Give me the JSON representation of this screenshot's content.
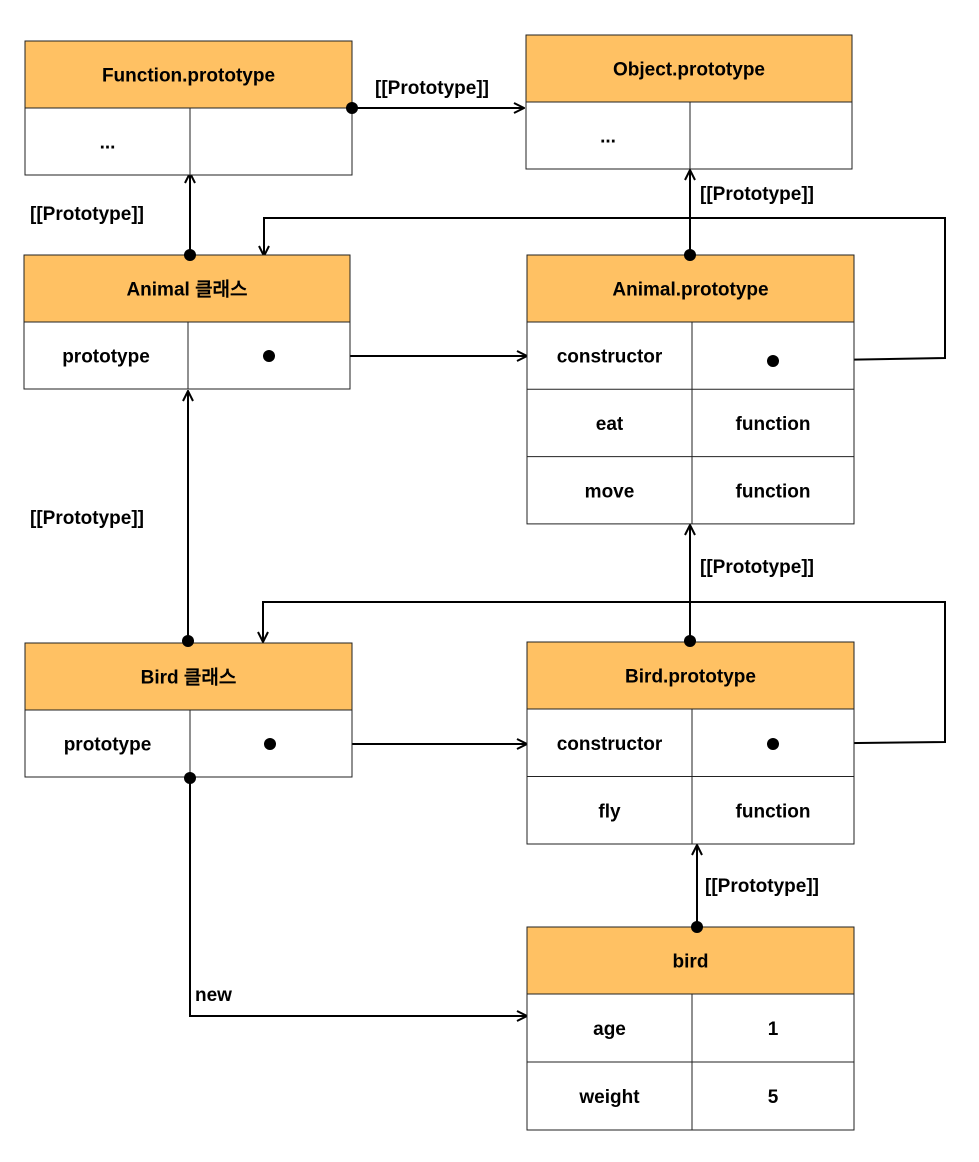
{
  "colors": {
    "header_fill": "#FFC163",
    "border": "#222222",
    "line": "#000000"
  },
  "boxes": [
    {
      "id": "function-prototype",
      "title": "Function.prototype",
      "rows": [
        [
          "...",
          ""
        ]
      ]
    },
    {
      "id": "object-prototype",
      "title": "Object.prototype",
      "rows": [
        [
          "...",
          ""
        ]
      ]
    },
    {
      "id": "animal-class",
      "title": "Animal 클래스",
      "rows": [
        [
          "prototype",
          ""
        ]
      ]
    },
    {
      "id": "animal-prototype",
      "title": "Animal.prototype",
      "rows": [
        [
          "constructor",
          ""
        ],
        [
          "eat",
          "function"
        ],
        [
          "move",
          "function"
        ]
      ]
    },
    {
      "id": "bird-class",
      "title": "Bird 클래스",
      "rows": [
        [
          "prototype",
          ""
        ]
      ]
    },
    {
      "id": "bird-prototype",
      "title": "Bird.prototype",
      "rows": [
        [
          "constructor",
          ""
        ],
        [
          "fly",
          "function"
        ]
      ]
    },
    {
      "id": "bird-instance",
      "title": "bird",
      "rows": [
        [
          "age",
          "1"
        ],
        [
          "weight",
          "5"
        ]
      ]
    }
  ],
  "edges": [
    {
      "id": "function-proto-to-object-proto",
      "label": "[[Prototype]]"
    },
    {
      "id": "animal-class-to-function-proto",
      "label": "[[Prototype]]"
    },
    {
      "id": "animal-proto-to-object-proto",
      "label": "[[Prototype]]"
    },
    {
      "id": "animal-class-prototype-ref",
      "label": ""
    },
    {
      "id": "animal-proto-constructor-ref",
      "label": ""
    },
    {
      "id": "bird-class-to-animal-class",
      "label": "[[Prototype]]"
    },
    {
      "id": "bird-proto-to-animal-proto",
      "label": "[[Prototype]]"
    },
    {
      "id": "bird-class-prototype-ref",
      "label": ""
    },
    {
      "id": "bird-proto-constructor-ref",
      "label": ""
    },
    {
      "id": "bird-to-bird-proto",
      "label": "[[Prototype]]"
    },
    {
      "id": "bird-class-new",
      "label": "new"
    }
  ]
}
